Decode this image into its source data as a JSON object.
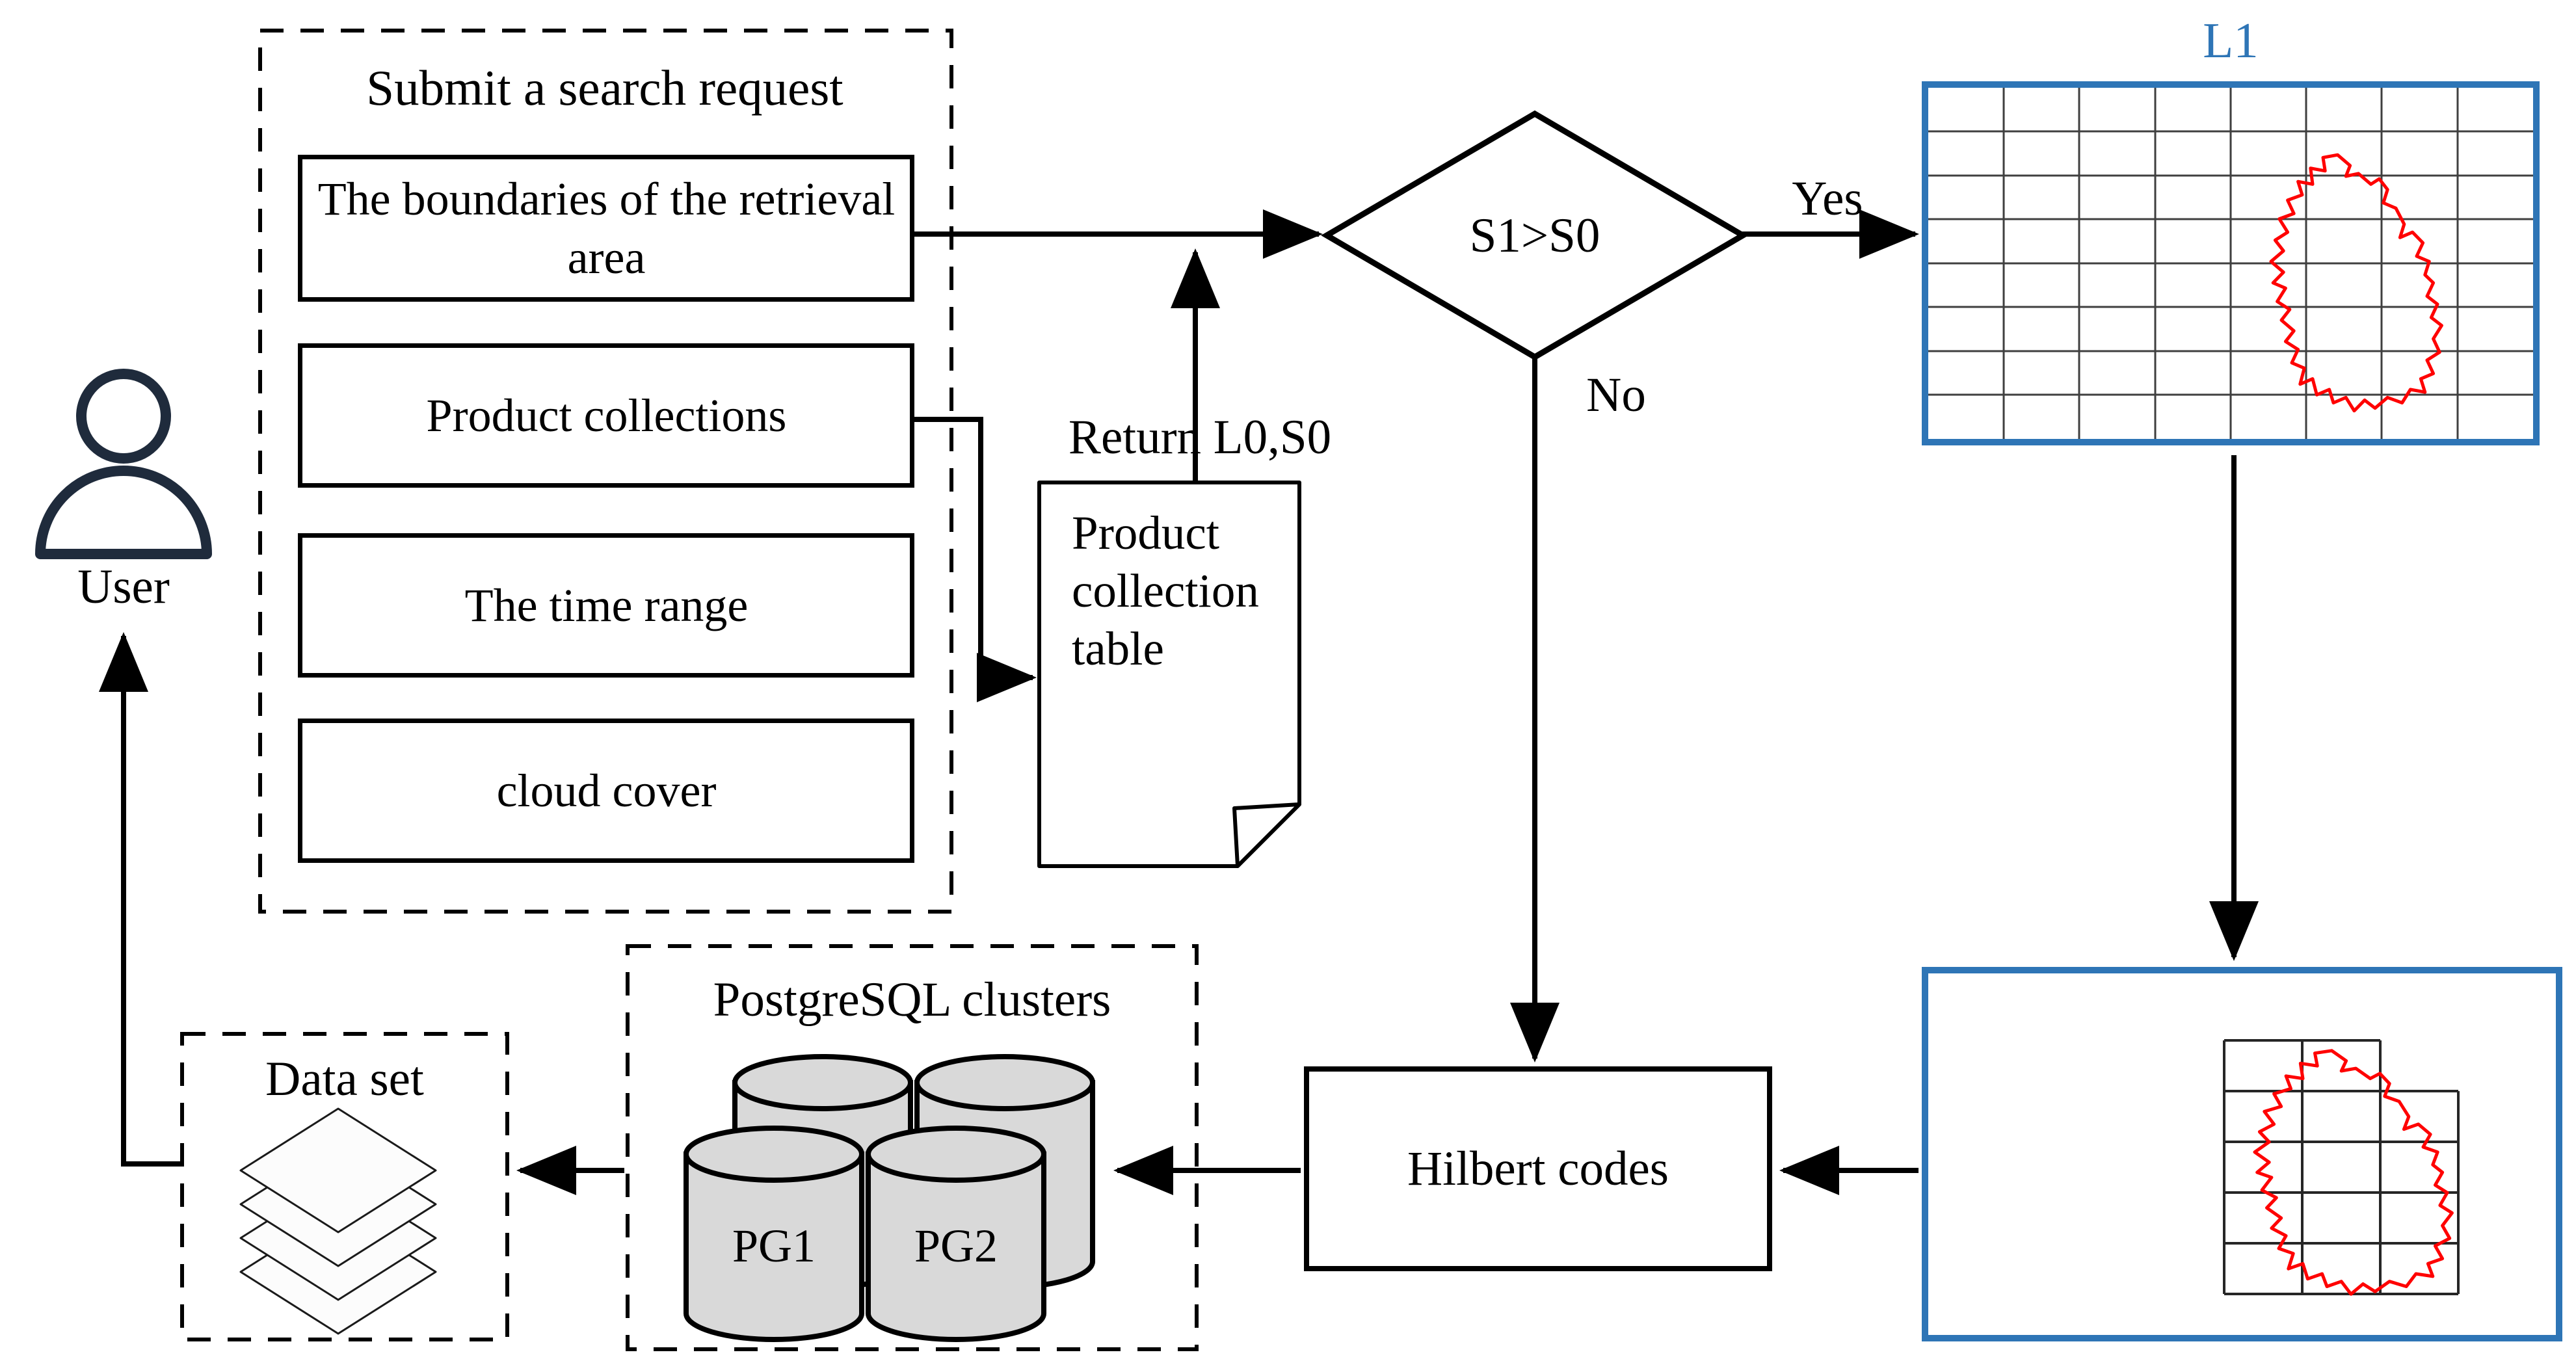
{
  "diagram": {
    "user": {
      "label": "User"
    },
    "search_request": {
      "title": "Submit a search request",
      "fields": [
        {
          "label": "The boundaries of the retrieval area"
        },
        {
          "label": "Product collections"
        },
        {
          "label": "The time range"
        },
        {
          "label": "cloud cover"
        }
      ]
    },
    "collection_table": {
      "label": "Product collection table",
      "return_label": "Return L0,S0"
    },
    "decision": {
      "label": "S1>S0",
      "yes_label": "Yes",
      "no_label": "No"
    },
    "level1_grid": {
      "title": "L1"
    },
    "hilbert": {
      "label": "Hilbert codes"
    },
    "postgres": {
      "title": "PostgreSQL clusters",
      "nodes": [
        "PG1",
        "PG2"
      ]
    },
    "dataset": {
      "title": "Data set"
    },
    "colors": {
      "accent_blue": "#2E75B6",
      "region_red": "#FF0000",
      "cylinder_gray": "#D9D9D9",
      "user_icon_navy": "#1F2B3C"
    }
  }
}
